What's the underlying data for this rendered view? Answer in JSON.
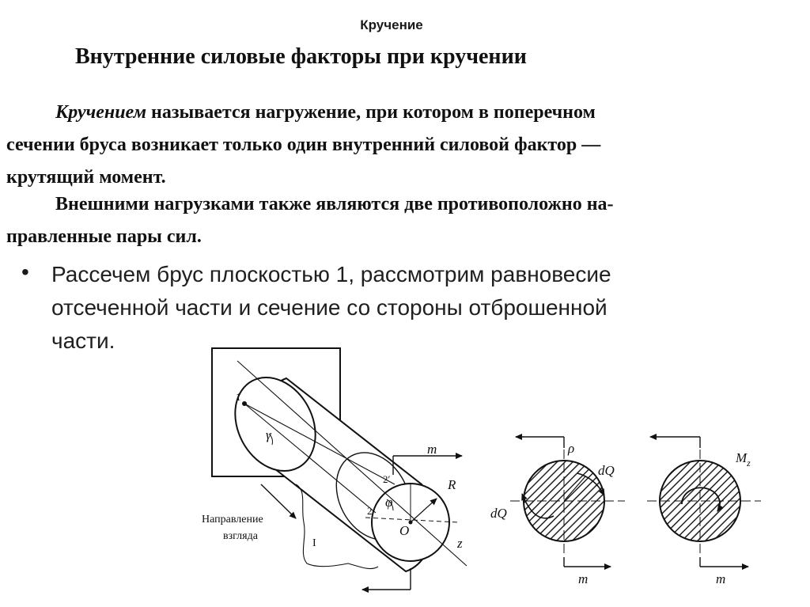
{
  "slide": {
    "title": "Кручение"
  },
  "scan": {
    "heading": "Внутренние силовые факторы при кручении",
    "para1": {
      "term": "Кручением",
      "line1_rest": " называется нагружение, при котором в поперечном",
      "line2": "сечении бруса возникает только один внутренний силовой фактор —",
      "line3": "крутящий момент."
    },
    "para2": {
      "line1": "Внешними нагрузками также являются две противоположно на-",
      "line2": "правленные пары сил."
    }
  },
  "bullet": {
    "symbol": "•",
    "line1": "Рассечем брус плоскостью 1, рассмотрим равновесие",
    "line2": "отсеченной части и сечение со стороны отброшенной",
    "line3": "части."
  },
  "figure": {
    "label_plane_1": "1",
    "label_gamma": "γ",
    "label_m_top": "m",
    "label_2prime": "2′",
    "label_2": "2",
    "label_phi": "φ",
    "label_R": "R",
    "label_O": "O",
    "label_z": "z",
    "label_part": "I",
    "view_direction_line1": "Направление",
    "view_direction_line2": "взгляда",
    "section1": {
      "rho": "ρ",
      "dQ_right": "dQ",
      "dQ_left": "dQ",
      "m": "m"
    },
    "section2": {
      "Mz": "M",
      "Mz_sub": "z",
      "m": "m"
    }
  }
}
